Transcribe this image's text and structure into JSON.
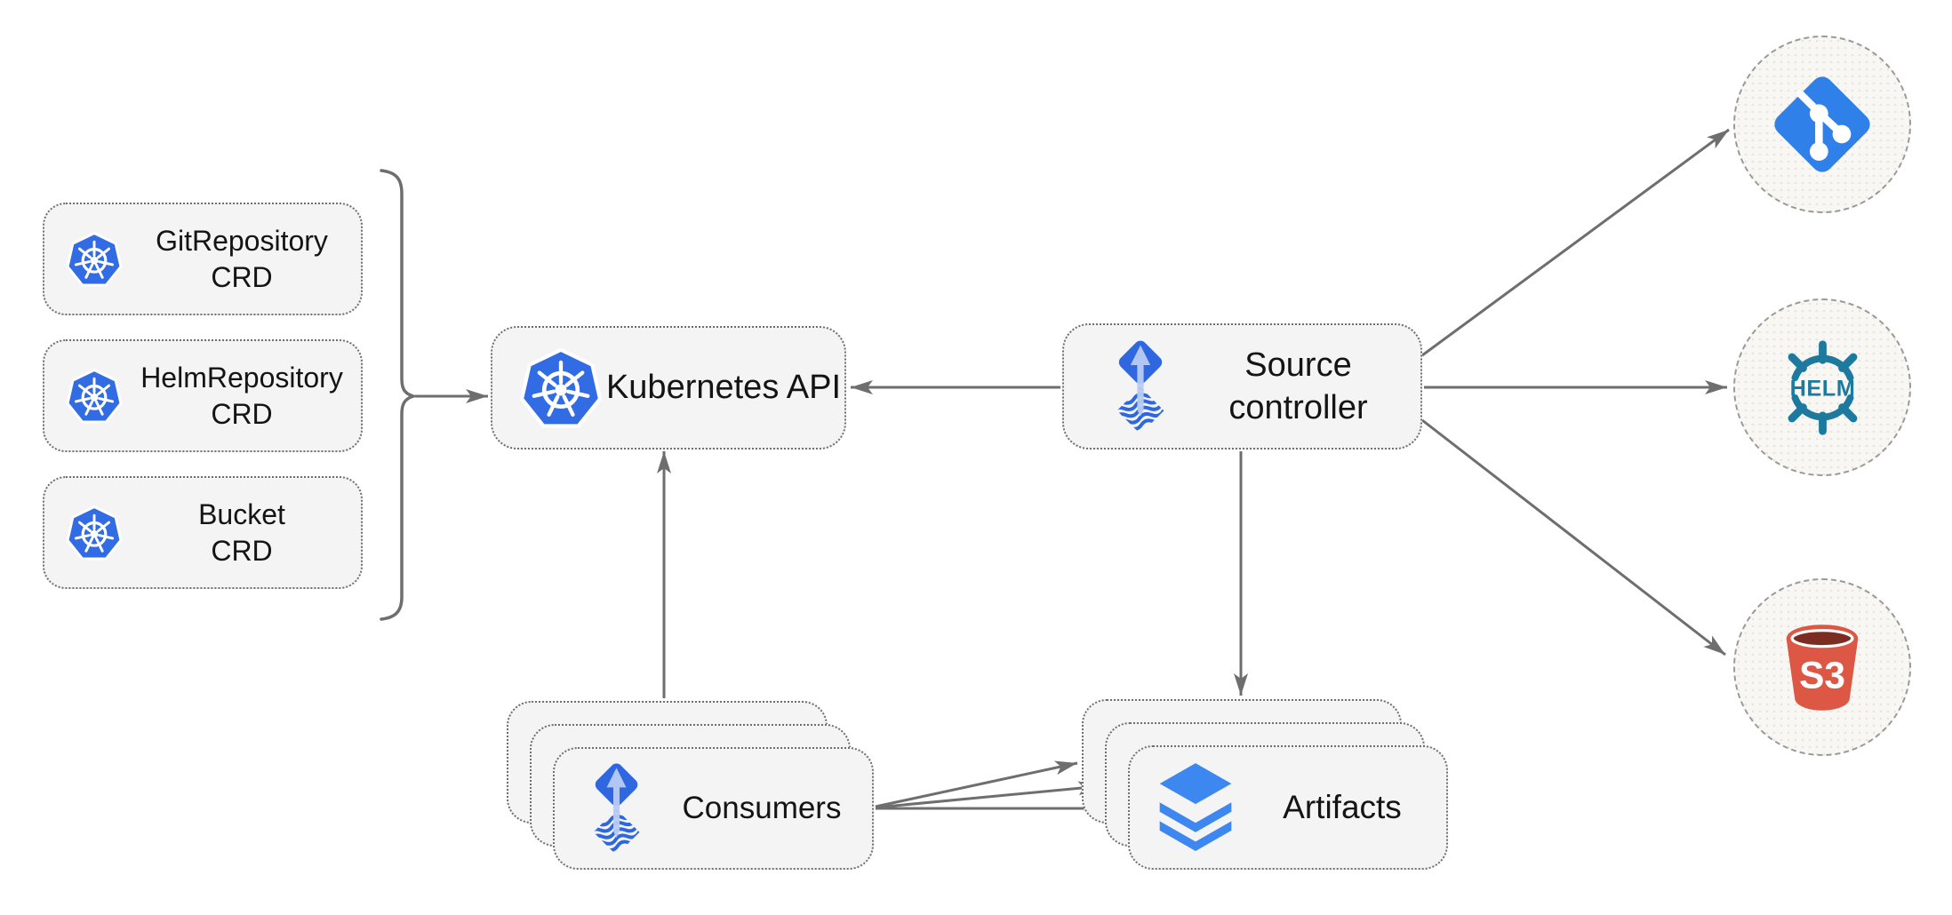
{
  "colors": {
    "k8s_blue": "#326CE5",
    "flux_blue": "#2E67DF",
    "flux_arrow_light": "#B9CBF4",
    "git_blue": "#2F80E8",
    "helm_teal": "#1D7A9E",
    "s3_red": "#DD5745",
    "s3_dark": "#7C2D21",
    "layers_blue": "#3D87F0",
    "arrow_gray": "#6E6E6E",
    "box_fill": "#F4F4F4",
    "circle_fill": "#F8F7F3",
    "text": "#141414"
  },
  "nodes": {
    "crd_boxes": [
      {
        "line1": "GitRepository",
        "line2": "CRD"
      },
      {
        "line1": "HelmRepository",
        "line2": "CRD"
      },
      {
        "line1": "Bucket",
        "line2": "CRD"
      }
    ],
    "kubernetes_api": {
      "label": "Kubernetes API"
    },
    "source_controller": {
      "line1": "Source",
      "line2": "controller"
    },
    "consumers": {
      "label": "Consumers"
    },
    "artifacts": {
      "label": "Artifacts"
    },
    "external": {
      "helm_logo_text": "HELM",
      "s3_logo_text": "S3"
    }
  }
}
